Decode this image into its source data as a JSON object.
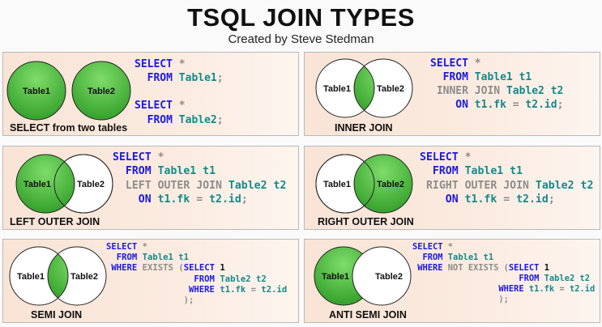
{
  "header": {
    "title": "TSQL JOIN TYPES",
    "subtitle": "Created by Steve Stedman"
  },
  "colors": {
    "green_light": "#7fdc6a",
    "green_dark": "#2f9d27",
    "keyword_blue": "#1a1add",
    "identifier_teal": "#138a8a",
    "gray": "#8c8c8c"
  },
  "panels": [
    {
      "caption": "SELECT from two tables",
      "table_a": "Table1",
      "table_b": "Table2",
      "code": [
        [
          [
            "kw",
            "SELECT"
          ],
          [
            "sym",
            " *"
          ]
        ],
        [
          [
            "kw",
            "  FROM"
          ],
          [
            "id",
            " Table1"
          ],
          [
            "sym",
            ";"
          ]
        ],
        [
          [
            "plain",
            ""
          ]
        ],
        [
          [
            "kw",
            "SELECT"
          ],
          [
            "sym",
            " *"
          ]
        ],
        [
          [
            "kw",
            "  FROM"
          ],
          [
            "id",
            " Table2"
          ],
          [
            "sym",
            ";"
          ]
        ]
      ]
    },
    {
      "caption": "INNER JOIN",
      "table_a": "Table1",
      "table_b": "Table2",
      "code": [
        [
          [
            "kw",
            "SELECT"
          ],
          [
            "sym",
            " *"
          ]
        ],
        [
          [
            "kw",
            "  FROM"
          ],
          [
            "id",
            " Table1 t1"
          ]
        ],
        [
          [
            "gray",
            " INNER JOIN"
          ],
          [
            "id",
            " Table2 t2"
          ]
        ],
        [
          [
            "kw",
            "    ON"
          ],
          [
            "id",
            " t1.fk"
          ],
          [
            "sym",
            " ="
          ],
          [
            "id",
            " t2.id"
          ],
          [
            "sym",
            ";"
          ]
        ]
      ]
    },
    {
      "caption": "LEFT OUTER JOIN",
      "table_a": "Table1",
      "table_b": "Table2",
      "code": [
        [
          [
            "kw",
            "SELECT"
          ],
          [
            "sym",
            " *"
          ]
        ],
        [
          [
            "kw",
            "  FROM"
          ],
          [
            "id",
            " Table1 t1"
          ]
        ],
        [
          [
            "gray",
            "  LEFT OUTER JOIN"
          ],
          [
            "id",
            " Table2 t2"
          ]
        ],
        [
          [
            "kw",
            "    ON"
          ],
          [
            "id",
            " t1.fk"
          ],
          [
            "sym",
            " ="
          ],
          [
            "id",
            " t2.id"
          ],
          [
            "sym",
            ";"
          ]
        ]
      ]
    },
    {
      "caption": "RIGHT OUTER JOIN",
      "table_a": "Table1",
      "table_b": "Table2",
      "code": [
        [
          [
            "kw",
            "SELECT"
          ],
          [
            "sym",
            " *"
          ]
        ],
        [
          [
            "kw",
            "  FROM"
          ],
          [
            "id",
            " Table1 t1"
          ]
        ],
        [
          [
            "gray",
            " RIGHT OUTER JOIN"
          ],
          [
            "id",
            " Table2 t2"
          ]
        ],
        [
          [
            "kw",
            "    ON"
          ],
          [
            "id",
            " t1.fk"
          ],
          [
            "sym",
            " ="
          ],
          [
            "id",
            " t2.id"
          ],
          [
            "sym",
            ";"
          ]
        ]
      ]
    },
    {
      "caption": "SEMI JOIN",
      "table_a": "Table1",
      "table_b": "Table2",
      "code": [
        [
          [
            "kw",
            "SELECT"
          ],
          [
            "sym",
            " *"
          ]
        ],
        [
          [
            "kw",
            "  FROM"
          ],
          [
            "id",
            " Table1 t1"
          ]
        ],
        [
          [
            "kw",
            " WHERE"
          ],
          [
            "gray",
            " EXISTS"
          ],
          [
            "sym",
            " ("
          ],
          [
            "kw",
            "SELECT"
          ],
          [
            "num",
            " 1"
          ]
        ],
        [
          [
            "kw",
            "                 FROM"
          ],
          [
            "id",
            " Table2 t2"
          ]
        ],
        [
          [
            "kw",
            "                WHERE"
          ],
          [
            "id",
            " t1.fk"
          ],
          [
            "sym",
            " ="
          ],
          [
            "id",
            " t2.id"
          ]
        ],
        [
          [
            "sym",
            "               );"
          ]
        ]
      ]
    },
    {
      "caption": "ANTI SEMI JOIN",
      "table_a": "Table1",
      "table_b": "Table2",
      "code": [
        [
          [
            "kw",
            "SELECT"
          ],
          [
            "sym",
            " *"
          ]
        ],
        [
          [
            "kw",
            "  FROM"
          ],
          [
            "id",
            " Table1 t1"
          ]
        ],
        [
          [
            "kw",
            " WHERE"
          ],
          [
            "gray",
            " NOT EXISTS"
          ],
          [
            "sym",
            " ("
          ],
          [
            "kw",
            "SELECT"
          ],
          [
            "num",
            " 1"
          ]
        ],
        [
          [
            "kw",
            "                     FROM"
          ],
          [
            "id",
            " Table2 t2"
          ]
        ],
        [
          [
            "kw",
            "                 WHERE"
          ],
          [
            "id",
            " t1.fk"
          ],
          [
            "sym",
            " ="
          ],
          [
            "id",
            " t2.id"
          ]
        ],
        [
          [
            "sym",
            "                 );"
          ]
        ]
      ]
    }
  ]
}
